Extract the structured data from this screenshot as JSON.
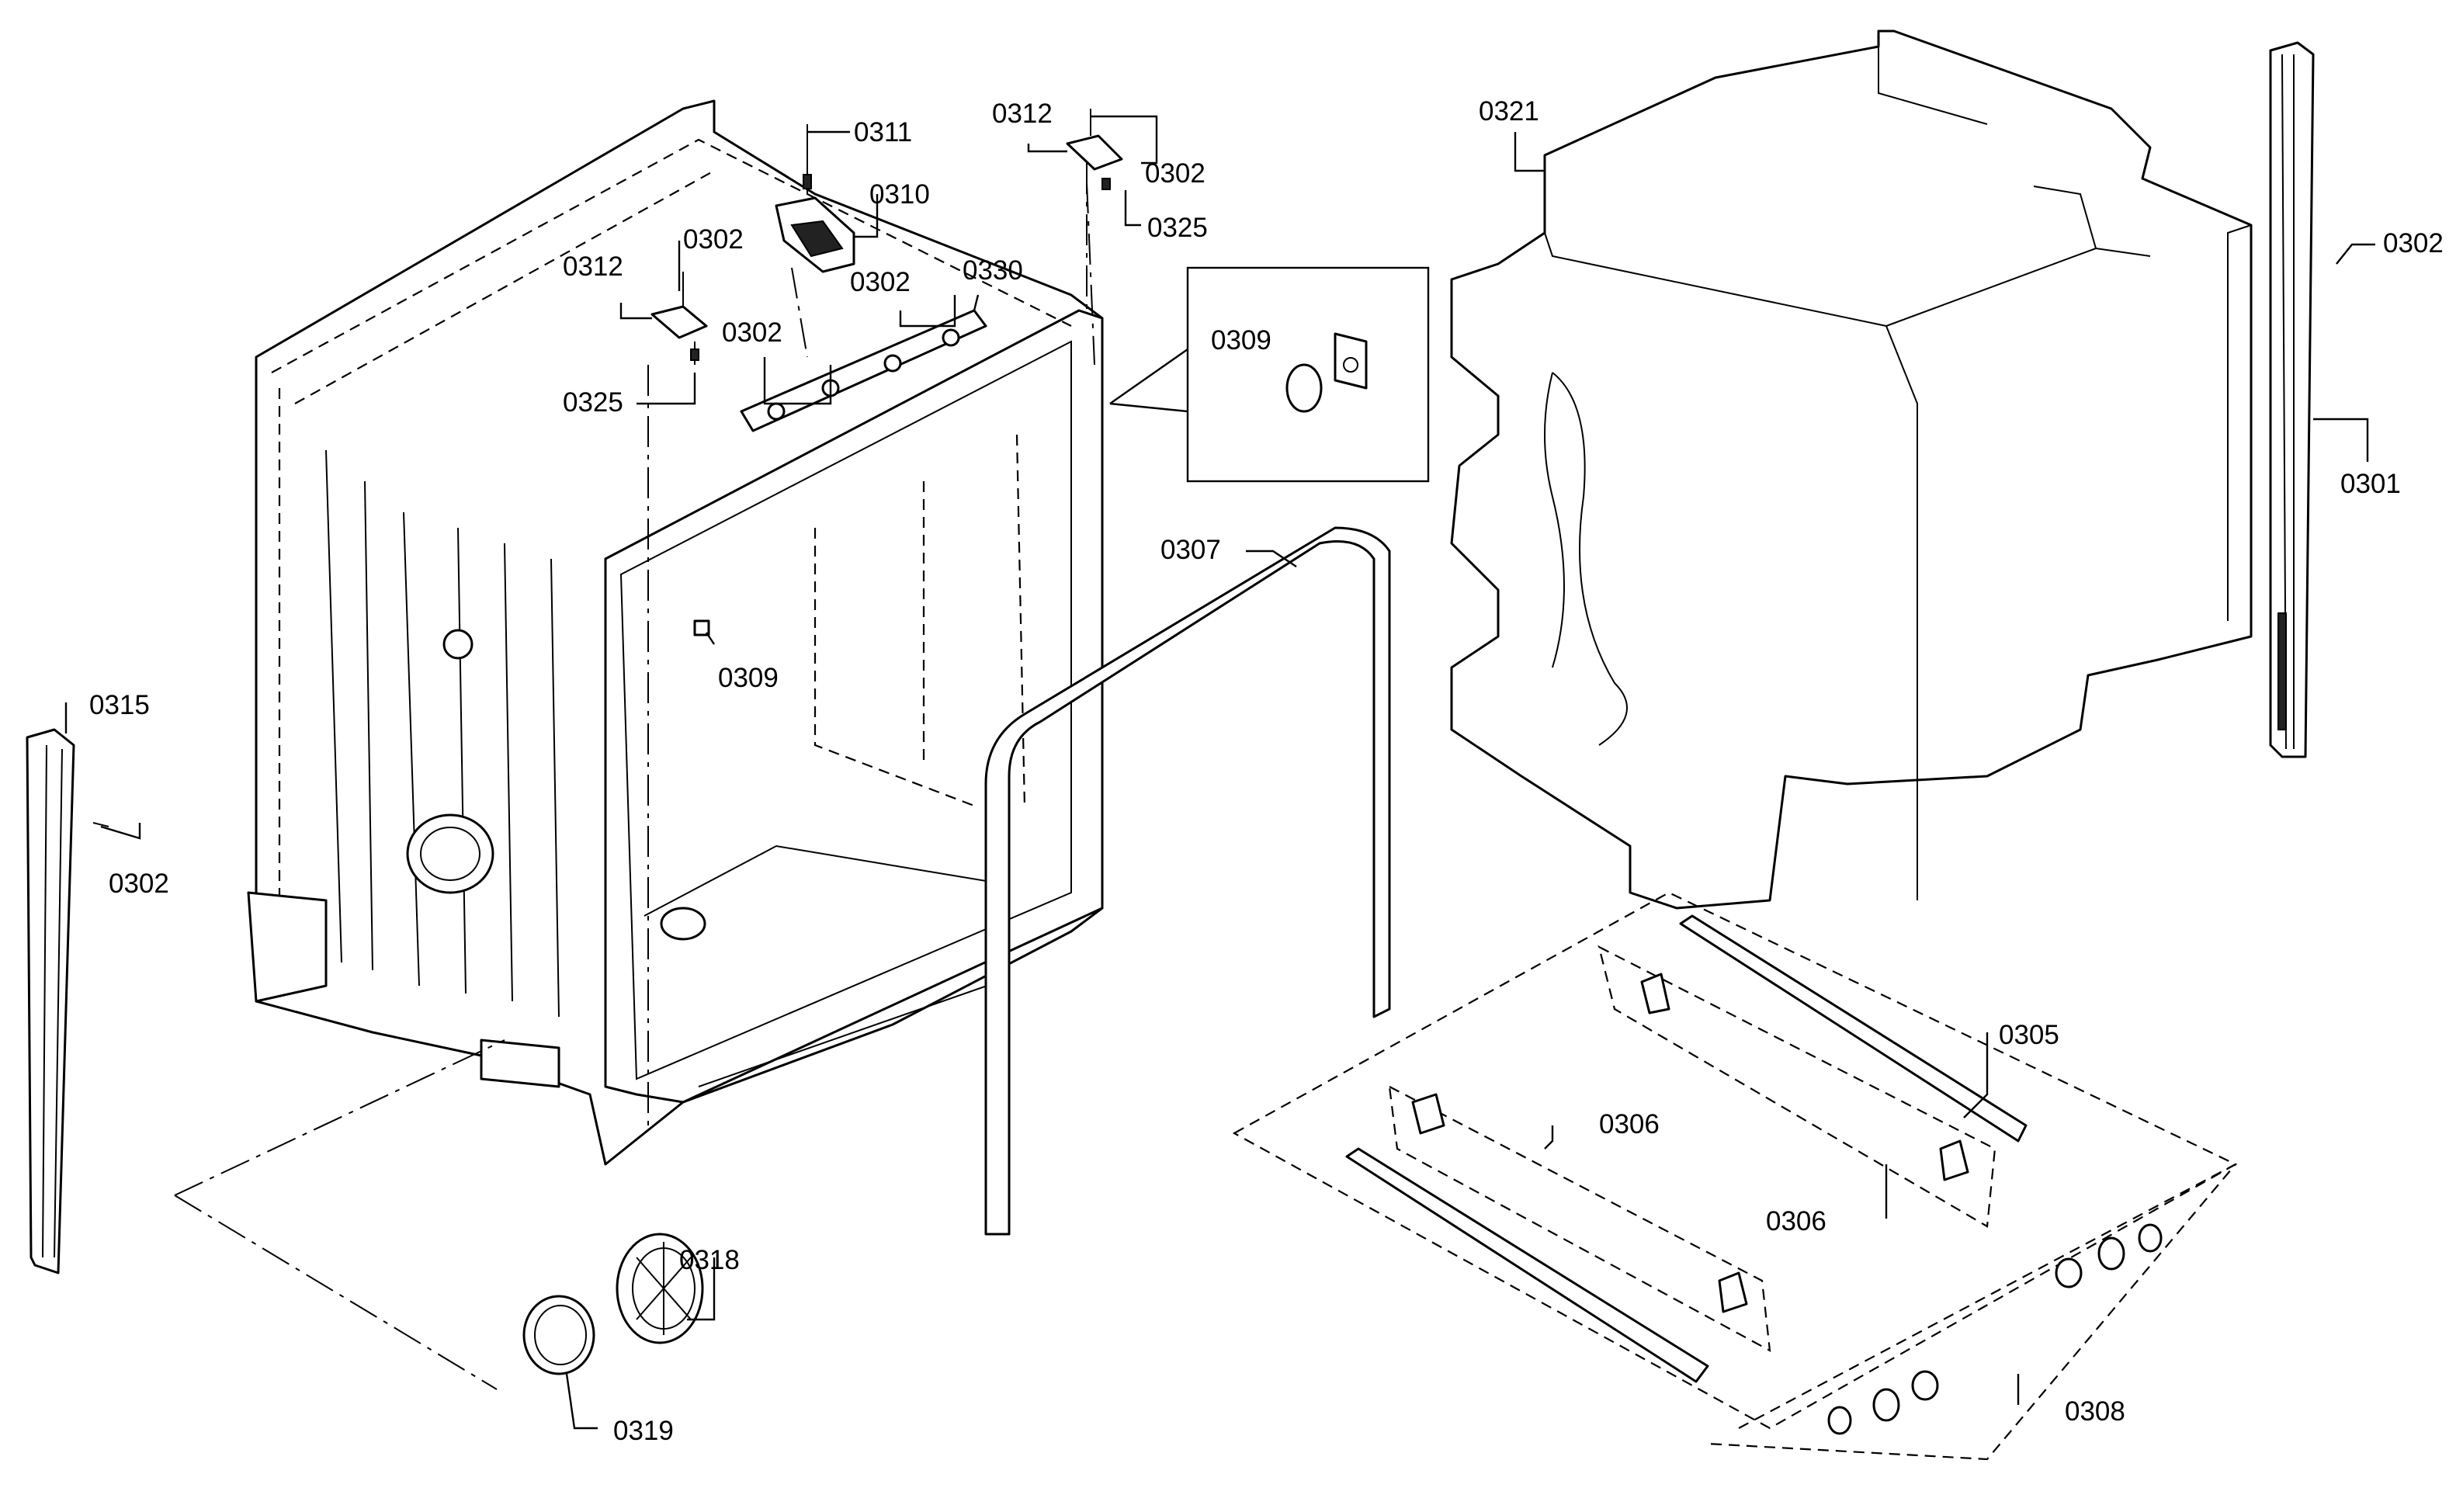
{
  "labels": {
    "l0301": "0301",
    "l0302_right": "0302",
    "l0302_hinge_r": "0302",
    "l0302_hinge_l": "0302",
    "l0302_top_a": "0302",
    "l0302_top_b": "0302",
    "l0302_left": "0302",
    "l0305": "0305",
    "l0306_a": "0306",
    "l0306_b": "0306",
    "l0307": "0307",
    "l0308": "0308",
    "l0309_inset": "0309",
    "l0309_tub": "0309",
    "l0310": "0310",
    "l0311": "0311",
    "l0312_r": "0312",
    "l0312_l": "0312",
    "l0315": "0315",
    "l0318": "0318",
    "l0319": "0319",
    "l0321": "0321",
    "l0325_r": "0325",
    "l0325_l": "0325",
    "l0330": "0330"
  }
}
